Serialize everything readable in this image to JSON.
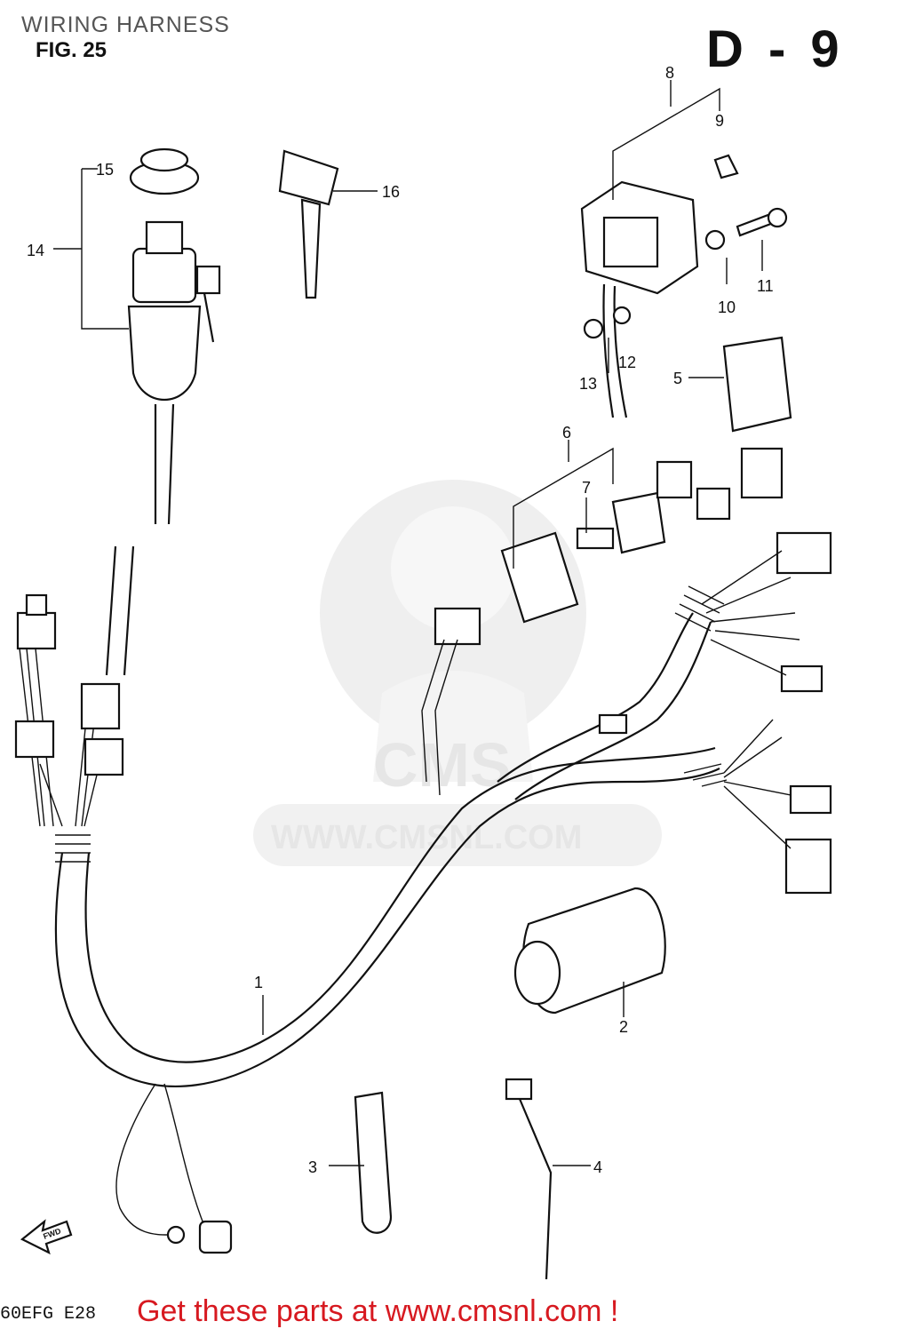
{
  "header": {
    "title": "WIRING HARNESS",
    "figure_label": "FIG. 25",
    "page_code": "D - 9"
  },
  "watermark": {
    "text": "WWW.CMSNL.COM",
    "logo_text": "CMS"
  },
  "parts": [
    {
      "number": "1",
      "icon": "wiring-harness"
    },
    {
      "number": "2",
      "icon": "ignition-coil"
    },
    {
      "number": "3",
      "icon": "clamp"
    },
    {
      "number": "4",
      "icon": "cable-tie"
    },
    {
      "number": "5",
      "icon": "relay"
    },
    {
      "number": "6",
      "icon": "regulator-rectifier"
    },
    {
      "number": "7",
      "icon": "coupler"
    },
    {
      "number": "8",
      "icon": "fuse-box"
    },
    {
      "number": "9",
      "icon": "fuse"
    },
    {
      "number": "10",
      "icon": "washer"
    },
    {
      "number": "11",
      "icon": "bolt"
    },
    {
      "number": "12",
      "icon": "washer"
    },
    {
      "number": "13",
      "icon": "nut"
    },
    {
      "number": "14",
      "icon": "ignition-switch"
    },
    {
      "number": "15",
      "icon": "cap"
    },
    {
      "number": "16",
      "icon": "key"
    }
  ],
  "direction_label": "FWD",
  "footer": {
    "model_code": "60EFG E28",
    "cta": "Get these parts at www.cmsnl.com !"
  }
}
